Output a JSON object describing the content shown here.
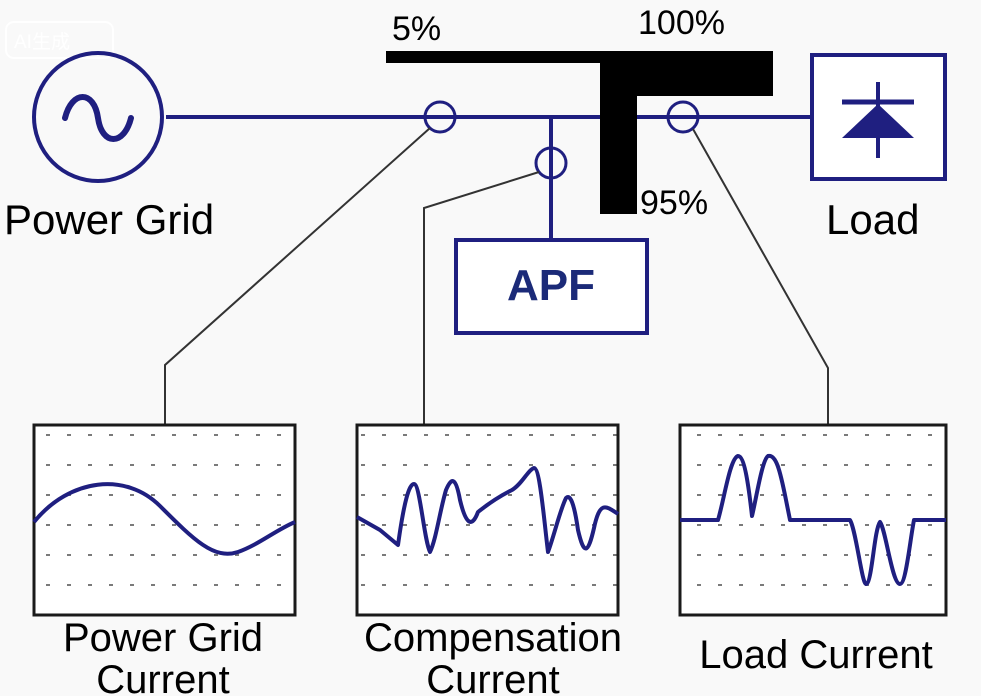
{
  "watermark": "AI生成",
  "labels": {
    "five_pct": "5%",
    "hundred_pct": "100%",
    "ninety_five_pct": "95%",
    "power_grid": "Power Grid",
    "load": "Load",
    "apf": "APF",
    "grid_current": [
      "Power Grid",
      "Current"
    ],
    "compensation_current": [
      "Compensation",
      "Current"
    ],
    "load_current": "Load Current"
  },
  "colors": {
    "line": "#1f1f80",
    "background": "#f9f9f9",
    "text": "#000000",
    "apf_text": "#1b2a78"
  }
}
